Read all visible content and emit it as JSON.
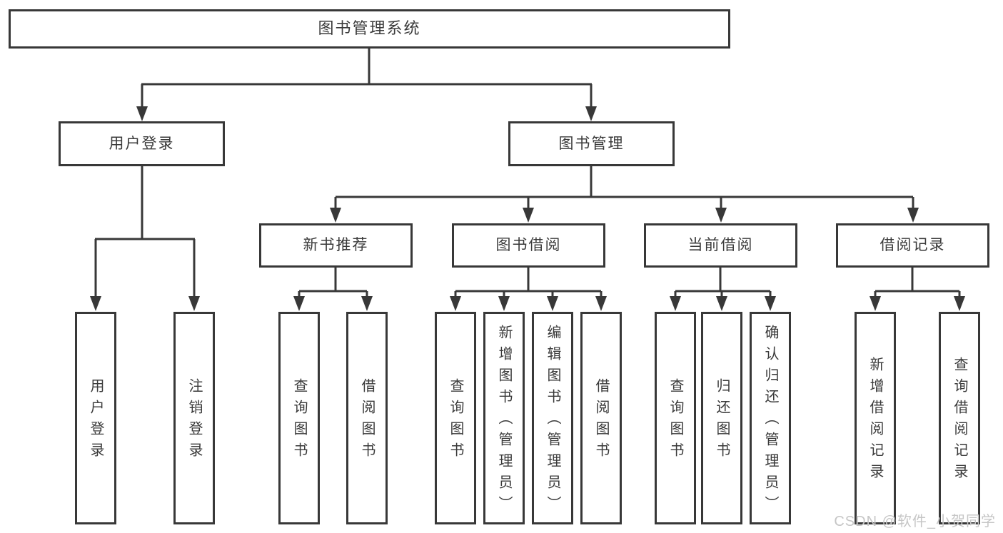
{
  "diagram": {
    "root": {
      "label": "图书管理系统"
    },
    "branches": [
      {
        "label": "用户登录",
        "children": [
          {
            "label": "用户登录"
          },
          {
            "label": "注销登录"
          }
        ]
      },
      {
        "label": "图书管理",
        "children": [
          {
            "label": "新书推荐",
            "children": [
              {
                "label": "查询图书"
              },
              {
                "label": "借阅图书"
              }
            ]
          },
          {
            "label": "图书借阅",
            "children": [
              {
                "label": "查询图书"
              },
              {
                "label": "新增图书（管理员）"
              },
              {
                "label": "编辑图书（管理员）"
              },
              {
                "label": "借阅图书"
              }
            ]
          },
          {
            "label": "当前借阅",
            "children": [
              {
                "label": "查询图书"
              },
              {
                "label": "归还图书"
              },
              {
                "label": "确认归还（管理员）"
              }
            ]
          },
          {
            "label": "借阅记录",
            "children": [
              {
                "label": "新增借阅记录"
              },
              {
                "label": "查询借阅记录"
              }
            ]
          }
        ]
      }
    ],
    "watermark": {
      "text": "CSDN @软件_小贺同学"
    },
    "colors": {
      "line": "#383838",
      "text": "#3a3a3a",
      "box_background": "#ffffff",
      "page_background": "#ffffff",
      "watermark": "#c6c6c6"
    }
  }
}
